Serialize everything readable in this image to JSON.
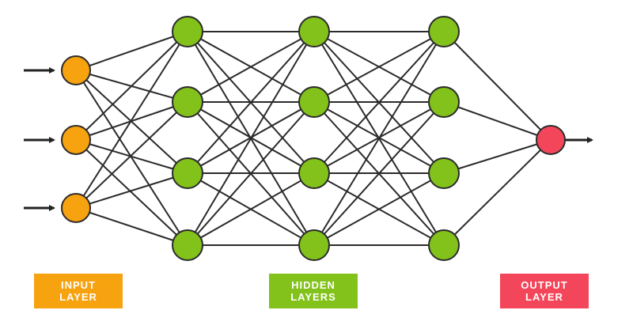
{
  "colors": {
    "input": "#f7a20f",
    "hidden": "#82c21b",
    "output": "#f4465a",
    "edge": "#2b2b2b",
    "arrow": "#222222",
    "node_stroke": "#2b2b2b"
  },
  "network": {
    "layers": [
      {
        "role": "input",
        "count": 3
      },
      {
        "role": "hidden",
        "count": 4
      },
      {
        "role": "hidden",
        "count": 4
      },
      {
        "role": "hidden",
        "count": 4
      },
      {
        "role": "output",
        "count": 1
      }
    ],
    "input_arrows": 3,
    "output_arrows": 1
  },
  "labels": {
    "input": {
      "line1": "INPUT",
      "line2": "LAYER"
    },
    "hidden": {
      "line1": "HIDDEN",
      "line2": "LAYERS"
    },
    "output": {
      "line1": "OUTPUT",
      "line2": "LAYER"
    }
  }
}
